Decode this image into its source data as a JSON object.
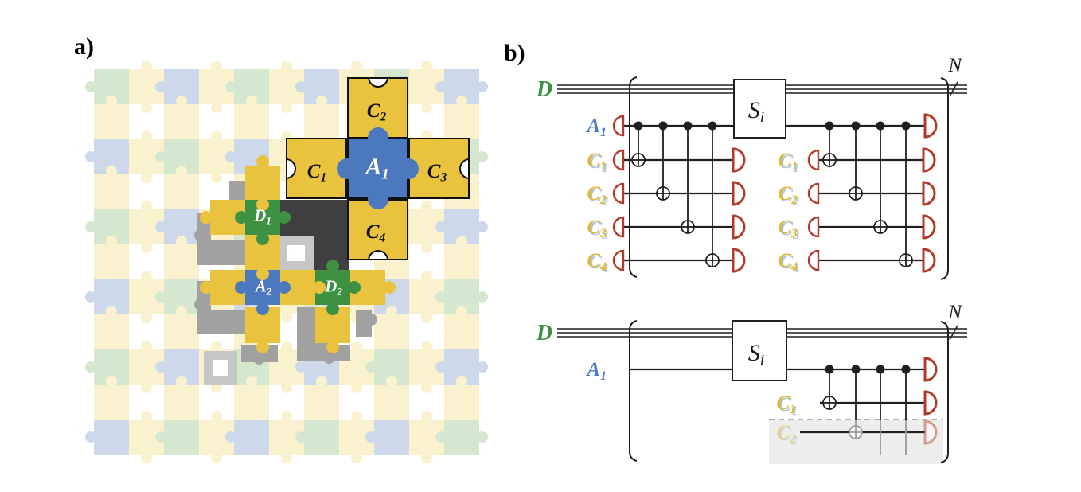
{
  "panels": {
    "a_label": "a)",
    "b_label": "b)"
  },
  "colors": {
    "yellow": "#eac33e",
    "blue": "#4c78bd",
    "green": "#3e9142",
    "pale_yellow": "#faf2cf",
    "pale_blue": "#cdd9eb",
    "pale_green": "#d6e7d0",
    "gray": "#a1a1a1",
    "light_gray": "#c6c6c6",
    "dark_gray": "#3f3f3f",
    "red": "#b23a28",
    "line": "#1f1f1f",
    "label_blue": "#4b7bc4",
    "label_gold": "#e0ba35",
    "gold_shadow": "#a9c4e4",
    "label_green": "#3c9140",
    "shade_fill": "#ededed",
    "shade_border": "#b0b0b0",
    "faded_gray": "#9a9a9a"
  },
  "lattice": {
    "cross": {
      "top": {
        "base": "C",
        "sub": "2"
      },
      "left": {
        "base": "C",
        "sub": "1"
      },
      "center": {
        "base": "A",
        "sub": "1"
      },
      "right": {
        "base": "C",
        "sub": "3"
      },
      "bottom": {
        "base": "C",
        "sub": "4"
      }
    },
    "pieces": {
      "d1": {
        "base": "D",
        "sub": "1"
      },
      "a2": {
        "base": "A",
        "sub": "2"
      },
      "d2": {
        "base": "D",
        "sub": "2"
      }
    }
  },
  "circuits": {
    "top": {
      "data_label": "D",
      "bundle_size": "N",
      "gate": {
        "base": "S",
        "sub": "i"
      },
      "ancilla": {
        "base": "A",
        "sub": "1"
      },
      "block1_checks": [
        {
          "base": "C",
          "sub": "1"
        },
        {
          "base": "C",
          "sub": "2"
        },
        {
          "base": "C",
          "sub": "3"
        },
        {
          "base": "C",
          "sub": "4"
        }
      ],
      "block2_checks": [
        {
          "base": "C",
          "sub": "1"
        },
        {
          "base": "C",
          "sub": "2"
        },
        {
          "base": "C",
          "sub": "3"
        },
        {
          "base": "C",
          "sub": "4"
        }
      ]
    },
    "bottom": {
      "data_label": "D",
      "bundle_size": "N",
      "gate": {
        "base": "S",
        "sub": "i"
      },
      "ancilla": {
        "base": "A",
        "sub": "1"
      },
      "checks": [
        {
          "base": "C",
          "sub": "1"
        },
        {
          "base": "C",
          "sub": "2"
        }
      ]
    }
  }
}
